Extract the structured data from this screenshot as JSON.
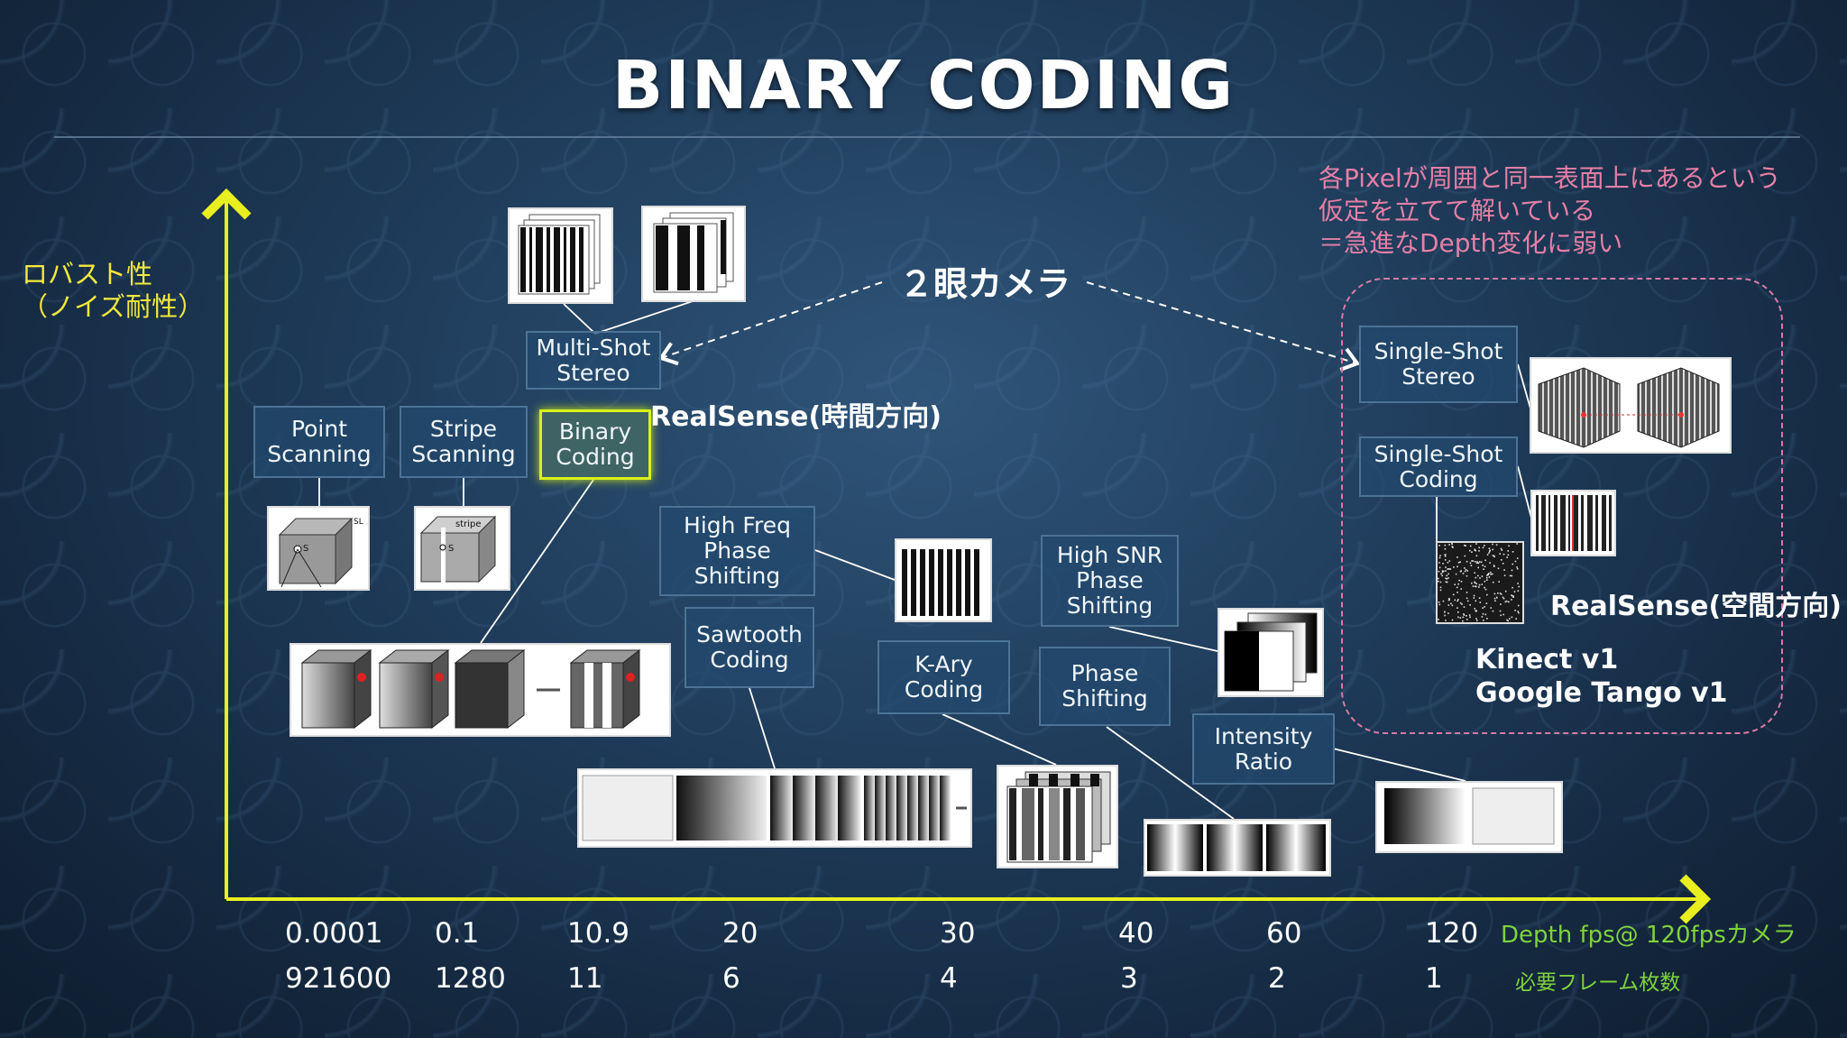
{
  "title": "BINARY CODING",
  "y_axis_label": [
    "ロバスト性",
    "（ノイズ耐性）"
  ],
  "boxes": {
    "point_scanning": [
      "Point",
      "Scanning"
    ],
    "stripe_scanning": [
      "Stripe",
      "Scanning"
    ],
    "binary_coding": [
      "Binary",
      "Coding"
    ],
    "multi_shot_stereo": [
      "Multi-Shot",
      "Stereo"
    ],
    "high_freq_phase": [
      "High Freq",
      "Phase",
      "Shifting"
    ],
    "sawtooth_coding": [
      "Sawtooth",
      "Coding"
    ],
    "k_ary_coding": [
      "K-Ary",
      "Coding"
    ],
    "high_snr_phase": [
      "High SNR",
      "Phase",
      "Shifting"
    ],
    "phase_shifting": [
      "Phase",
      "Shifting"
    ],
    "intensity_ratio": [
      "Intensity",
      "Ratio"
    ],
    "single_shot_stereo": [
      "Single-Shot",
      "Stereo"
    ],
    "single_shot_coding": [
      "Single-Shot",
      "Coding"
    ]
  },
  "labels": {
    "stereo_camera": "２眼カメラ",
    "realsense_time": "RealSense(時間方向)",
    "realsense_space": "RealSense(空間方向)",
    "kinect": "Kinect v1",
    "tango": "Google Tango v1"
  },
  "note": [
    "各Pixelが周囲と同一表面上にあるという",
    "仮定を立てて解いている",
    "＝急進なDepth変化に弱い"
  ],
  "x_axis": {
    "fps_values": [
      "0.0001",
      "0.1",
      "10.9",
      "20",
      "30",
      "40",
      "60",
      "120"
    ],
    "fps_label": "Depth fps@ 120fpsカメラ",
    "frame_values": [
      "921600",
      "1280",
      "11",
      "6",
      "4",
      "3",
      "2",
      "1"
    ],
    "frame_label": "必要フレーム枚数"
  },
  "thumb_labels": {
    "stripe": "stripe",
    "point_s": "S",
    "stripe_s": "S",
    "corner": "SL"
  },
  "colors": {
    "axis": "#e9ee1f",
    "highlight": "#d9f21a",
    "note": "#e57fa6",
    "axis_caption": "#7fd23c"
  }
}
